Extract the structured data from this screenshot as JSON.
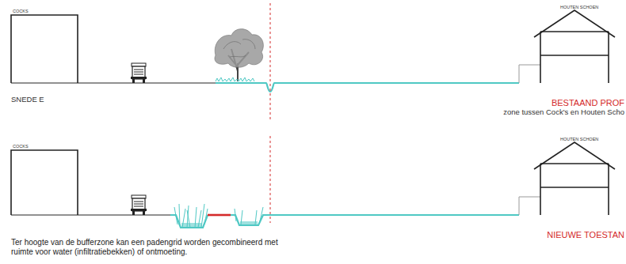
{
  "diagram": {
    "caption": "Ter hoogte van de bufferzone kan een padengrid worden gecombineerd met ruimte voor water (infiltratiebekken) of ontmoeting.",
    "labels": [
      "COCKS",
      "HOUTEN SCHOEN",
      "SNEDE E",
      "BESTAAND PROF",
      "zone tussen Cock's en Houten Scho",
      "COCKS",
      "HOUTEN SCHOEN",
      "NIEUWE TOESTAN"
    ]
  }
}
